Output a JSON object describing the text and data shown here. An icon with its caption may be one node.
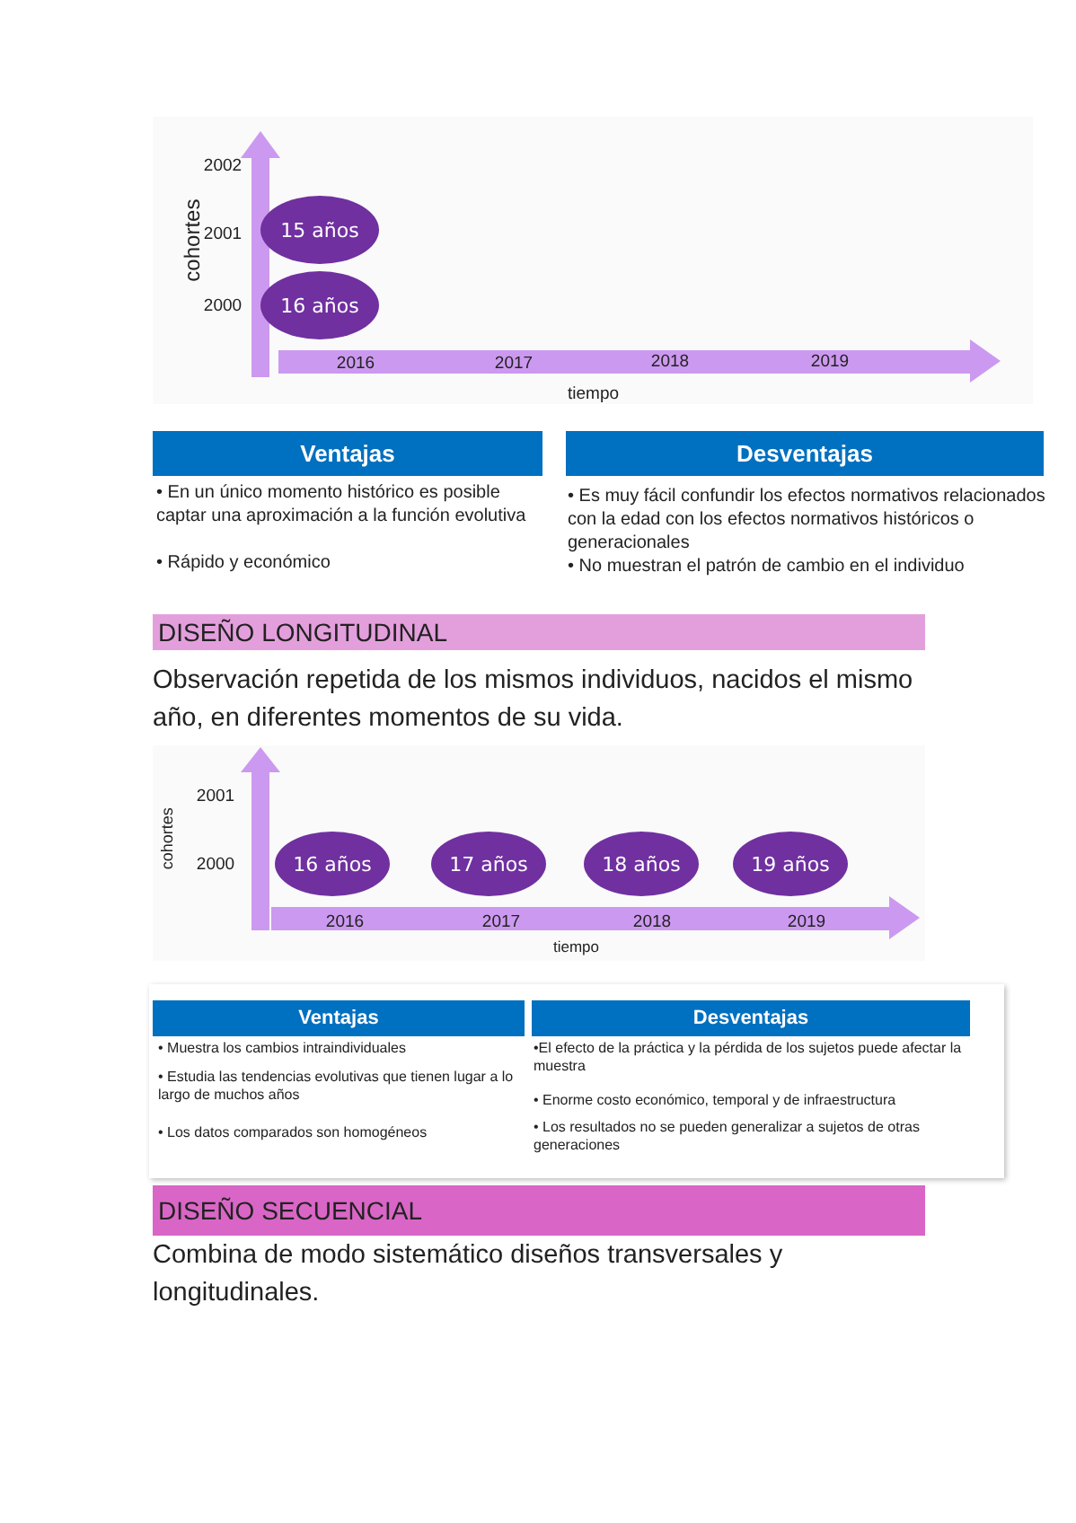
{
  "diagram": {
    "nodes": [
      {
        "text": [
          "15 años"
        ]
      },
      {
        "text": [
          "16 años"
        ]
      },
      {
        "text": [
          "Ventajas"
        ]
      },
      {
        "text": [
          "Desventajas"
        ]
      },
      {
        "text": [
          "DISEÑO LONGITUDINAL"
        ]
      },
      {
        "text": [
          "16 años"
        ]
      },
      {
        "text": [
          "17 años"
        ]
      },
      {
        "text": [
          "18 años"
        ]
      },
      {
        "text": [
          "19 años"
        ]
      },
      {
        "text": [
          "Ventajas"
        ]
      },
      {
        "text": [
          "Desventajas"
        ]
      },
      {
        "text": [
          "DISEÑO SECUENCIAL"
        ]
      }
    ],
    "labels": [
      "2002",
      "cohortes",
      "2001",
      "2000",
      "2016",
      "2017",
      "2018",
      "2019",
      "tiempo",
      "• En un único momento histórico es posible captar una aproximación a la función evolutiva",
      "• Rápido y económico",
      "• Es muy fácil confundir los efectos normativos relacionados con la edad con los efectos normativos históricos o generacionales",
      "• No muestran el patrón de cambio en el individuo",
      "Observación repetida de los mismos individuos, nacidos el mismo año, en diferentes momentos de su vida.",
      "2001",
      "cohortes",
      "2000",
      "2016",
      "2017",
      "2018",
      "2019",
      "tiempo",
      "• Muestra los cambios intraindividuales",
      "• Estudia las tendencias evolutivas que tienen lugar a lo largo de muchos años",
      "• Los datos comparados son homogéneos",
      "•El efecto de la práctica y la pérdida de los sujetos puede afectar la muestra",
      "• Enorme costo económico, temporal y de infraestructura",
      "• Los resultados no se pueden generalizar a sujetos de otras generaciones",
      "Combina de modo sistemático diseños transversales y longitudinales."
    ]
  }
}
